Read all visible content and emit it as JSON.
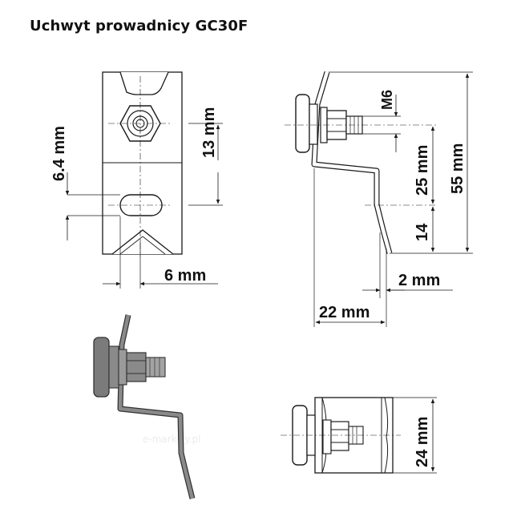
{
  "title": "Uchwyt prowadnicy GC30F",
  "watermark": "e-markizy.pl",
  "dimensions": {
    "d_6_4": "6.4 mm",
    "d_13": "13 mm",
    "d_6": "6 mm",
    "d_m6": "M6",
    "d_25": "25 mm",
    "d_55": "55 mm",
    "d_14": "14",
    "d_2": "2 mm",
    "d_22": "22 mm",
    "d_24": "24 mm"
  },
  "colors": {
    "line": "#1a1a1a",
    "fill_gray": "#7d7d7d",
    "dark_gray": "#555555",
    "light_gray": "#dddddd"
  }
}
